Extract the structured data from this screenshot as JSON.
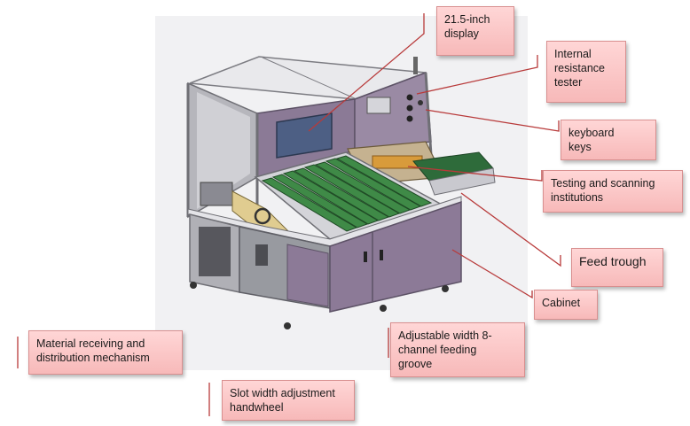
{
  "callouts": {
    "display": "21.5-inch\ndisplay",
    "tester": "Internal\nresistance\ntester",
    "keyboard": "keyboard\nkeys",
    "scanning": "Testing and scanning\ninstitutions",
    "feed_trough": "Feed trough",
    "cabinet": "Cabinet",
    "receiving": "Material receiving and\ndistribution mechanism",
    "feeding_groove": "Adjustable width 8-\nchannel feeding\ngroove",
    "handwheel": "Slot width adjustment\nhandwheel"
  },
  "colors": {
    "callout_fill": "#f7b9b9",
    "leader_line": "#b83a3a",
    "machine_frame": "#c9c9cf",
    "cabinet_panel": "#8c7a97",
    "conveyor_lanes": "#3f8a47"
  }
}
